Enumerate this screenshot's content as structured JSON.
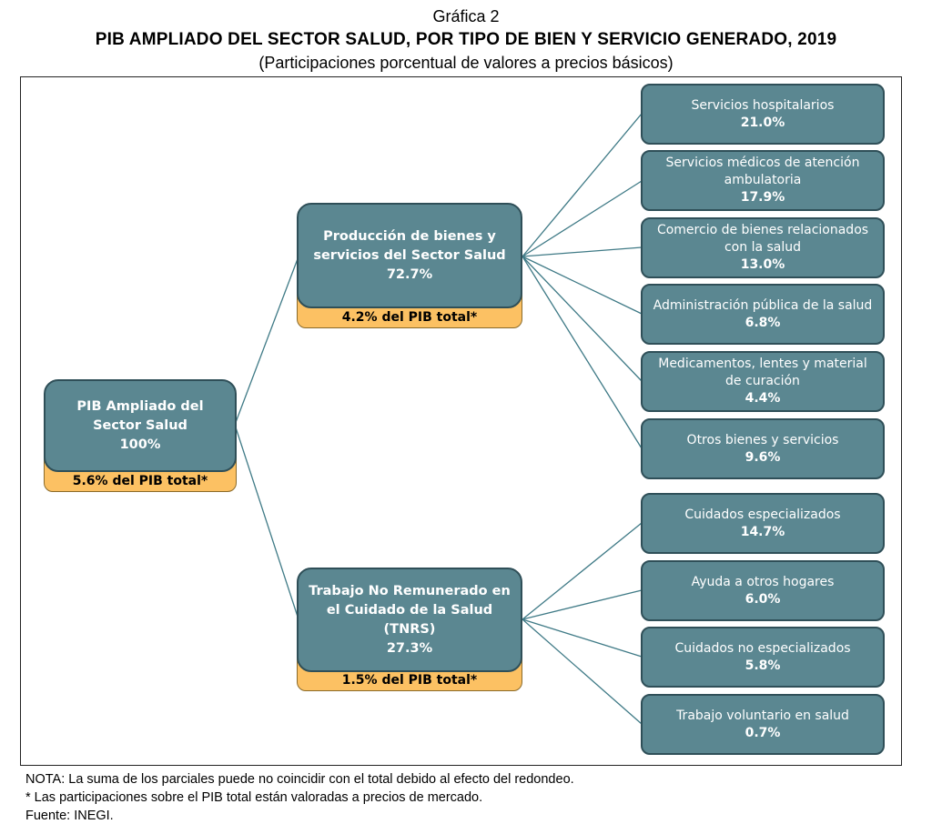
{
  "header": {
    "figure_label": "Gráfica 2",
    "title": "PIB AMPLIADO DEL SECTOR SALUD, POR TIPO DE BIEN Y SERVICIO GENERADO, 2019",
    "subtitle": "(Participaciones porcentual de valores a precios básicos)"
  },
  "root": {
    "label": "PIB Ampliado del Sector Salud",
    "pct": "100%",
    "tag": "5.6% del PIB total*"
  },
  "branch_production": {
    "label": "Producción de bienes y servicios del Sector Salud",
    "pct": "72.7%",
    "tag": "4.2% del PIB total*",
    "children": [
      {
        "label": "Servicios hospitalarios",
        "pct": "21.0%"
      },
      {
        "label": "Servicios médicos de atención ambulatoria",
        "pct": "17.9%"
      },
      {
        "label": "Comercio de bienes relacionados con la salud",
        "pct": "13.0%"
      },
      {
        "label": "Administración pública de la salud",
        "pct": "6.8%"
      },
      {
        "label": "Medicamentos, lentes y material de curación",
        "pct": "4.4%"
      },
      {
        "label": "Otros bienes y servicios",
        "pct": "9.6%"
      }
    ]
  },
  "branch_tnrs": {
    "label": "Trabajo No Remunerado en el Cuidado de la Salud (TNRS)",
    "pct": "27.3%",
    "tag": "1.5% del PIB total*",
    "children": [
      {
        "label": "Cuidados especializados",
        "pct": "14.7%"
      },
      {
        "label": "Ayuda a otros hogares",
        "pct": "6.0%"
      },
      {
        "label": "Cuidados no especializados",
        "pct": "5.8%"
      },
      {
        "label": "Trabajo voluntario en salud",
        "pct": "0.7%"
      }
    ]
  },
  "notes": {
    "nota": "NOTA: La suma de los parciales puede no coincidir con el total debido al efecto del redondeo.",
    "asterisk": "* Las participaciones sobre el PIB total están valoradas a precios de mercado.",
    "source": "Fuente: INEGI."
  },
  "colors": {
    "node_fill": "#5b8791",
    "node_border": "#2f4f58",
    "tag_fill": "#fcc163",
    "connector": "#3f7a86"
  }
}
